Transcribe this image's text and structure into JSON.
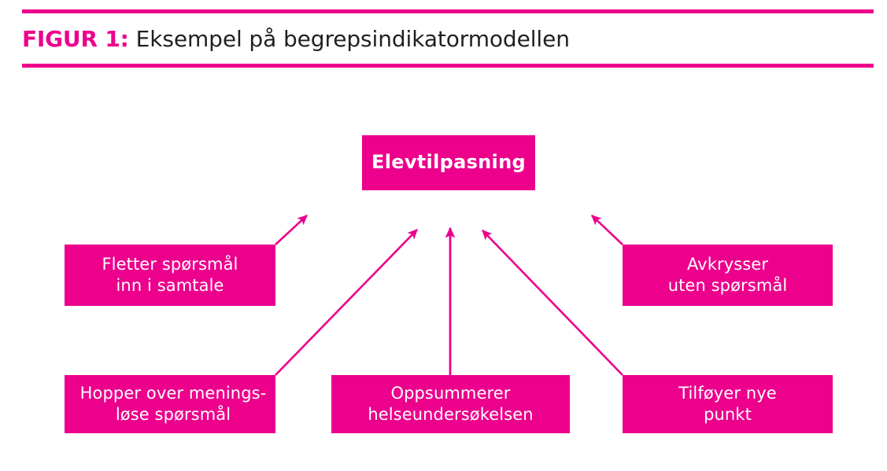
{
  "figure": {
    "label": "FIGUR 1:",
    "title": "Eksempel på begrepsindikatormodellen",
    "accent_color": "#ec008c",
    "text_color": "#231f20",
    "box_text_color": "#ffffff",
    "background": "#ffffff"
  },
  "diagram": {
    "type": "concept-indicator-model",
    "root": {
      "id": "elevtilpasning",
      "label": "Elevtilpasning"
    },
    "indicators": [
      {
        "id": "fletter",
        "lines": [
          "Fletter spørsmål",
          "inn i samtale"
        ]
      },
      {
        "id": "avkrysser",
        "lines": [
          "Avkrysser",
          "uten spørsmål"
        ]
      },
      {
        "id": "hopper",
        "lines": [
          "Hopper over menings-",
          "løse spørsmål"
        ]
      },
      {
        "id": "oppsummerer",
        "lines": [
          "Oppsummerer",
          "helseundersøkelsen"
        ]
      },
      {
        "id": "tilfoyer",
        "lines": [
          "Tilføyer nye",
          "punkt"
        ]
      }
    ],
    "arrows": [
      {
        "from": "fletter",
        "to": "elevtilpasning",
        "direction": "up-right"
      },
      {
        "from": "hopper",
        "to": "elevtilpasning",
        "direction": "up-right"
      },
      {
        "from": "oppsummerer",
        "to": "elevtilpasning",
        "direction": "up"
      },
      {
        "from": "tilfoyer",
        "to": "elevtilpasning",
        "direction": "up-left"
      },
      {
        "from": "avkrysser",
        "to": "elevtilpasning",
        "direction": "up-left"
      }
    ]
  }
}
